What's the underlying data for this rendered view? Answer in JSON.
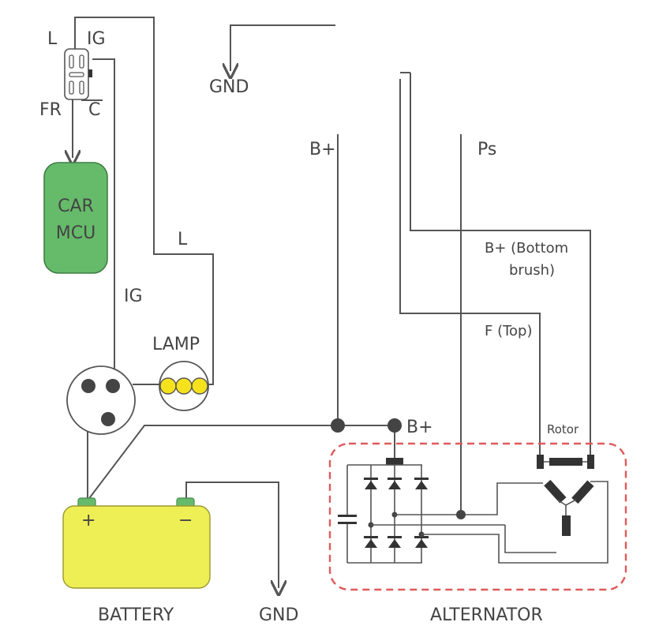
{
  "colors": {
    "wire": "#555555",
    "mcu_fill": "#66bb6a",
    "mcu_stroke": "#3e7d45",
    "battery_fill": "#eeee55",
    "battery_terminal": "#66bb6a",
    "lamp_bulb": "#f5e21c",
    "alternator_border": "#e05a5a"
  },
  "labels": {
    "switch_l": "L",
    "switch_ig": "IG",
    "switch_fr": "FR",
    "switch_c": "C",
    "mcu_line1": "CAR",
    "mcu_line2": "MCU",
    "gnd_top": "GND",
    "b_plus_top": "B+",
    "ps": "Ps",
    "l_wire": "L",
    "ig_wire": "IG",
    "lamp": "LAMP",
    "b_plus_bottom_line1": "B+ (Bottom",
    "b_plus_bottom_line2": "brush)",
    "f_top": "F (Top)",
    "b_plus_node": "B+",
    "rotor": "Rotor",
    "battery_plus": "+",
    "battery_minus": "−",
    "battery": "BATTERY",
    "gnd_bottom": "GND",
    "alternator": "ALTERNATOR"
  }
}
